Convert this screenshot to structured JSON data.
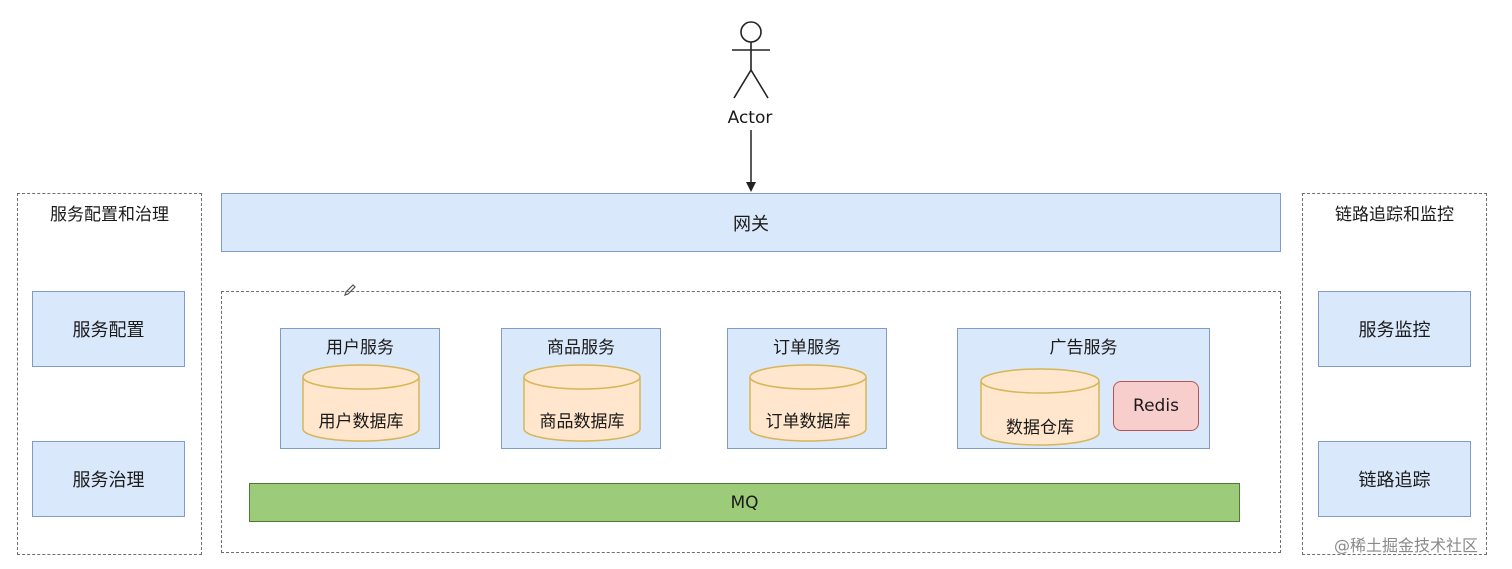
{
  "actor": {
    "label": "Actor"
  },
  "left_panel": {
    "title": "服务配置和治理",
    "items": [
      "服务配置",
      "服务治理"
    ]
  },
  "right_panel": {
    "title": "链路追踪和监控",
    "items": [
      "服务监控",
      "链路追踪"
    ]
  },
  "gateway": {
    "label": "网关"
  },
  "services": [
    {
      "title": "用户服务",
      "db": "用户数据库"
    },
    {
      "title": "商品服务",
      "db": "商品数据库"
    },
    {
      "title": "订单服务",
      "db": "订单数据库"
    },
    {
      "title": "广告服务",
      "db": "数据仓库",
      "cache": "Redis"
    }
  ],
  "mq": {
    "label": "MQ"
  },
  "watermark": "@稀土掘金技术社区",
  "colors": {
    "box_fill": "#dae8fc",
    "db_fill": "#ffe6cc",
    "redis_fill": "#f8cecc",
    "mq_fill": "#9ccc7a"
  }
}
